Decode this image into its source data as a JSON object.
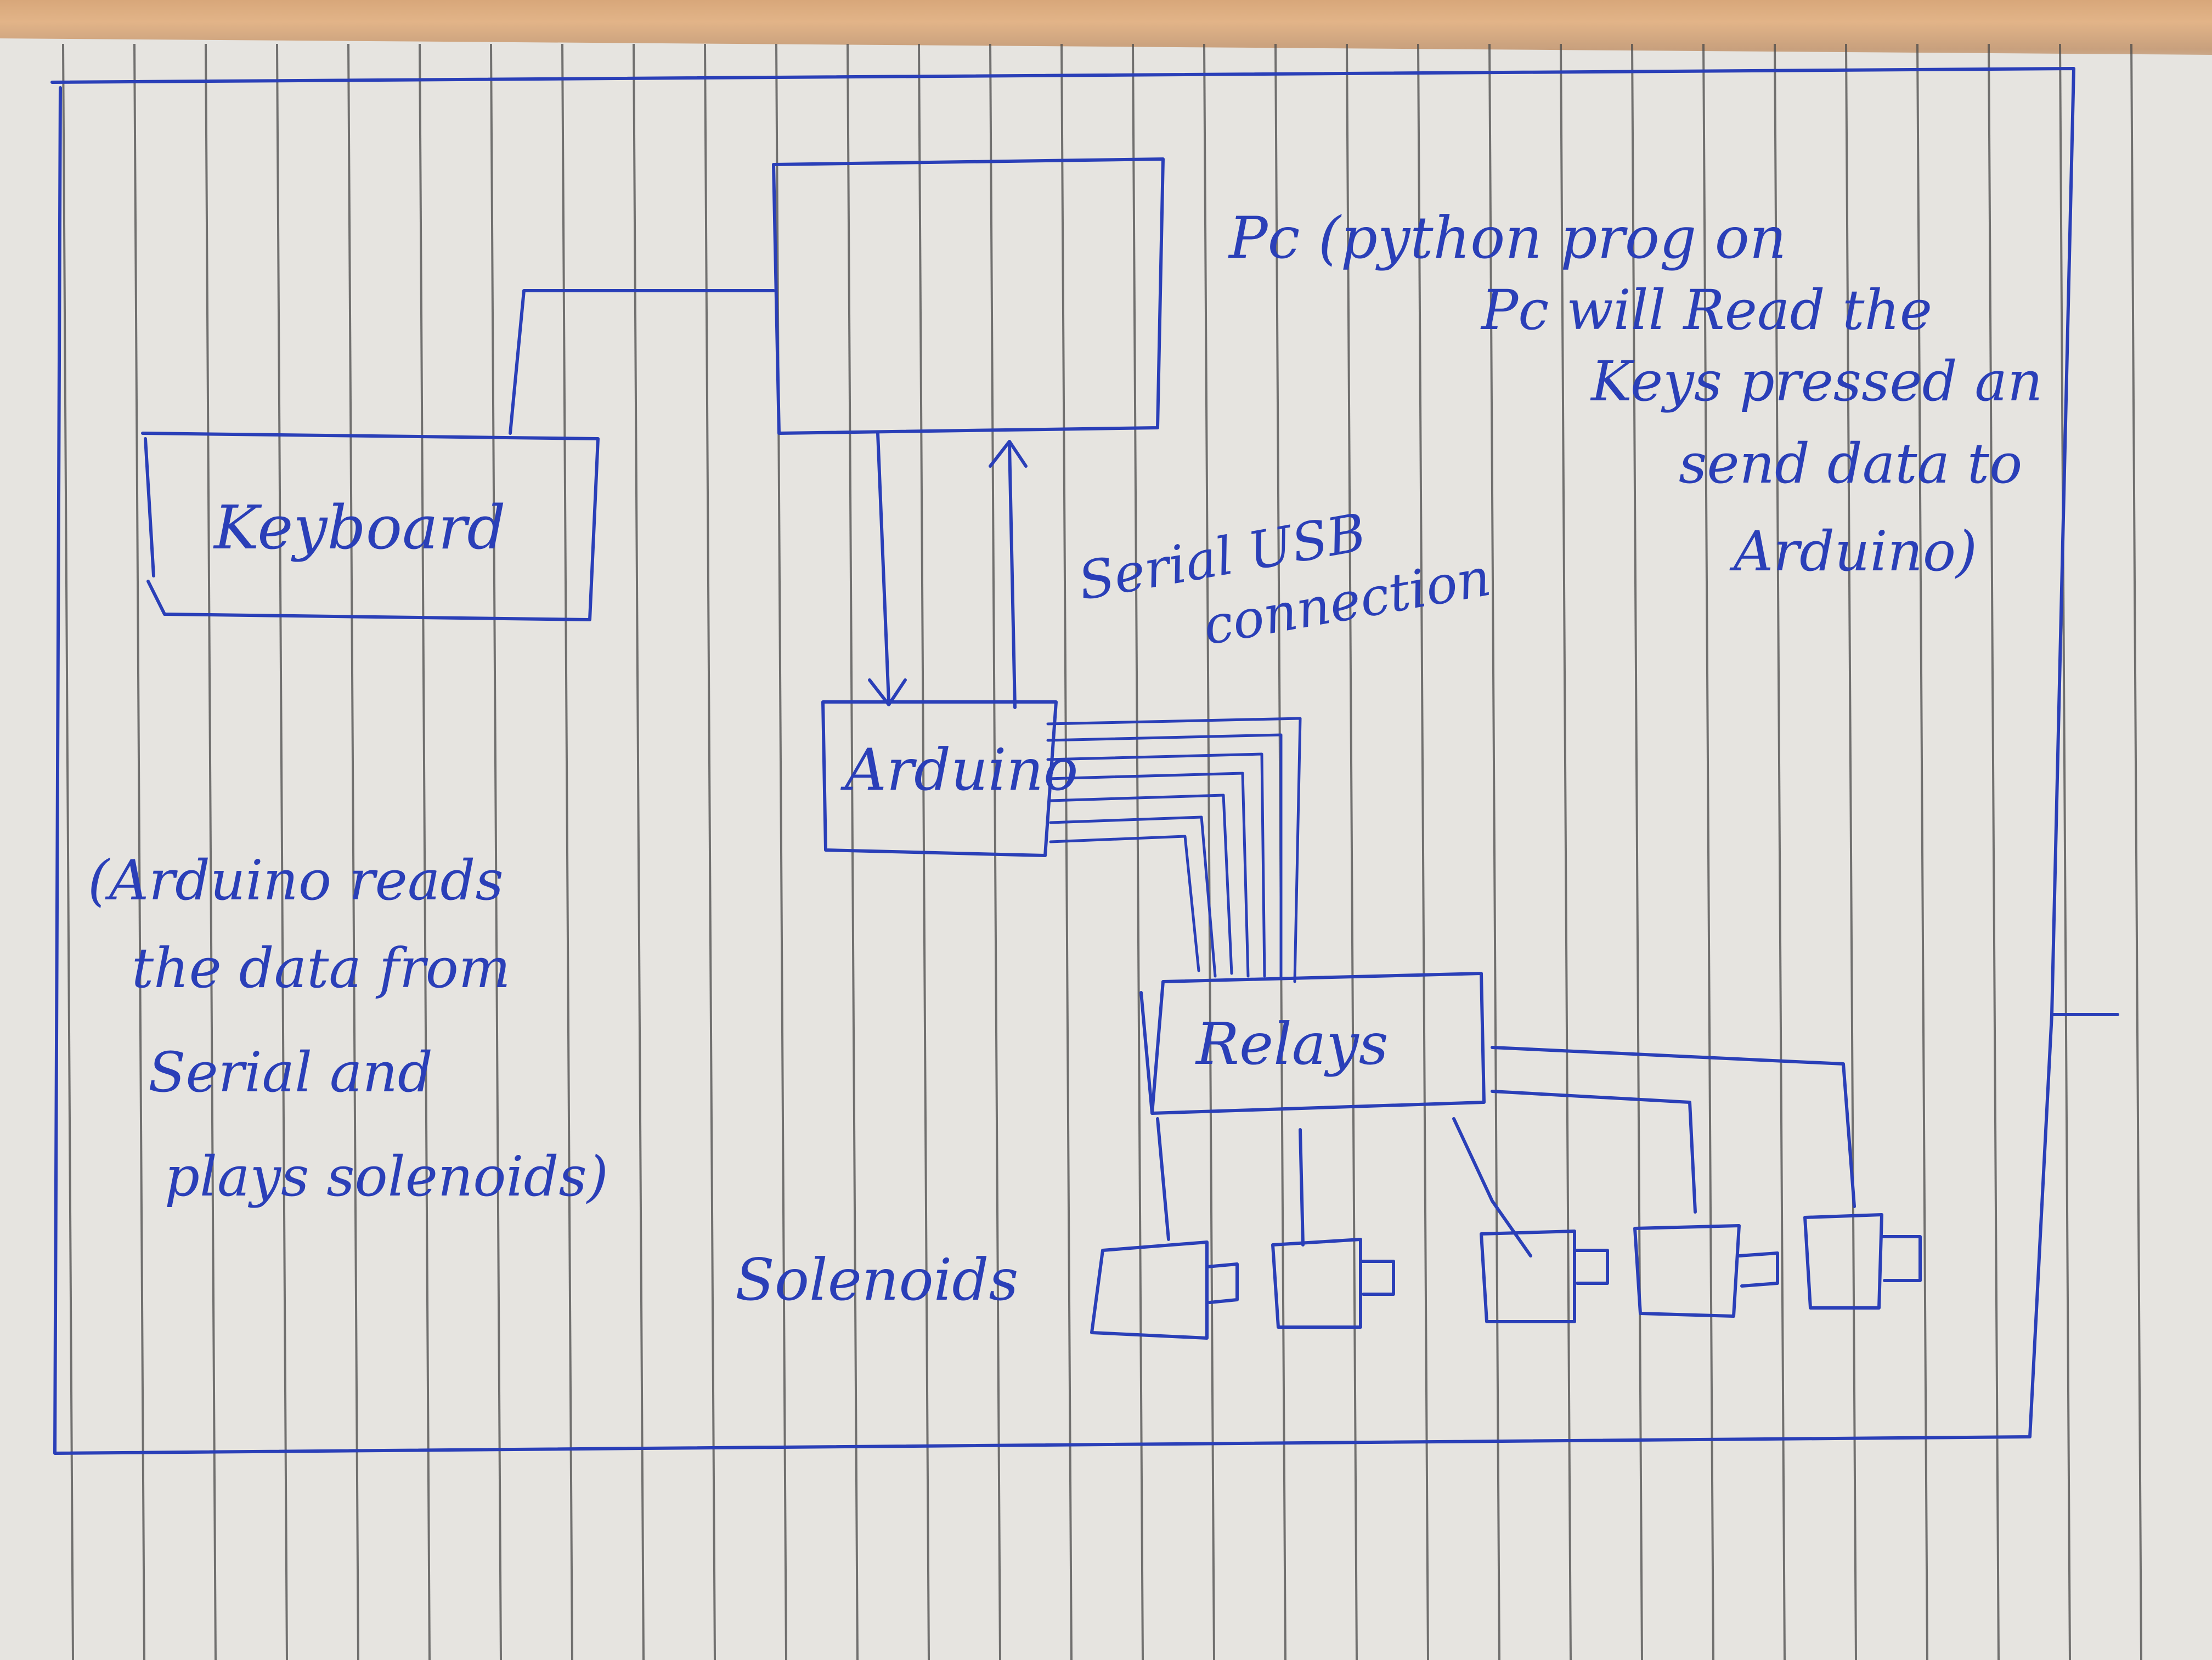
{
  "diagram": {
    "pc_note": [
      "Pc (python prog on",
      "Pc will Read the",
      "Keys pressed an",
      "send data to",
      "Arduino)"
    ],
    "keyboard_label": "Keyboard",
    "serial_label": [
      "Serial USB",
      "connection"
    ],
    "arduino_label": "Arduino",
    "arduino_note": [
      "(Arduino reads",
      "the data from",
      "Serial and",
      "plays solenoids)"
    ],
    "relays_label": "Relays",
    "solenoids_label": "Solenoids"
  },
  "colors": {
    "ink": "#2a3fb8",
    "paper": "#e4e2de",
    "paper_lines": "#3a3a3a"
  }
}
